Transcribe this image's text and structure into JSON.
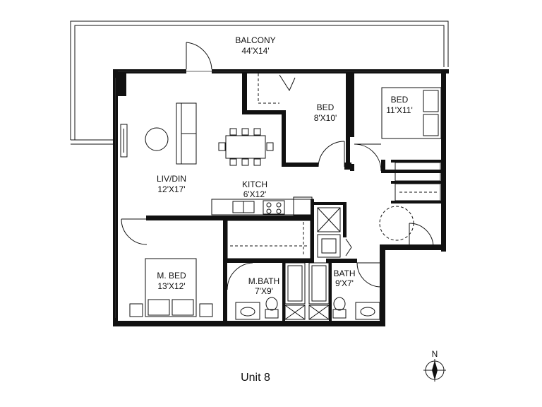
{
  "plan": {
    "unit_title": "Unit 8",
    "north_label": "N",
    "rooms": [
      {
        "id": "balcony",
        "name": "BALCONY",
        "size": "44'X14'"
      },
      {
        "id": "bed-1",
        "name": "BED",
        "size": "8'X10'"
      },
      {
        "id": "bed-2",
        "name": "BED",
        "size": "11'X11'"
      },
      {
        "id": "liv-din",
        "name": "LIV/DIN",
        "size": "12'X17'"
      },
      {
        "id": "kitch",
        "name": "KITCH",
        "size": "6'X12'"
      },
      {
        "id": "m-bed",
        "name": "M. BED",
        "size": "13'X12'"
      },
      {
        "id": "m-bath",
        "name": "M.BATH",
        "size": "7'X9'"
      },
      {
        "id": "bath",
        "name": "BATH",
        "size": "9'X7'"
      }
    ]
  }
}
